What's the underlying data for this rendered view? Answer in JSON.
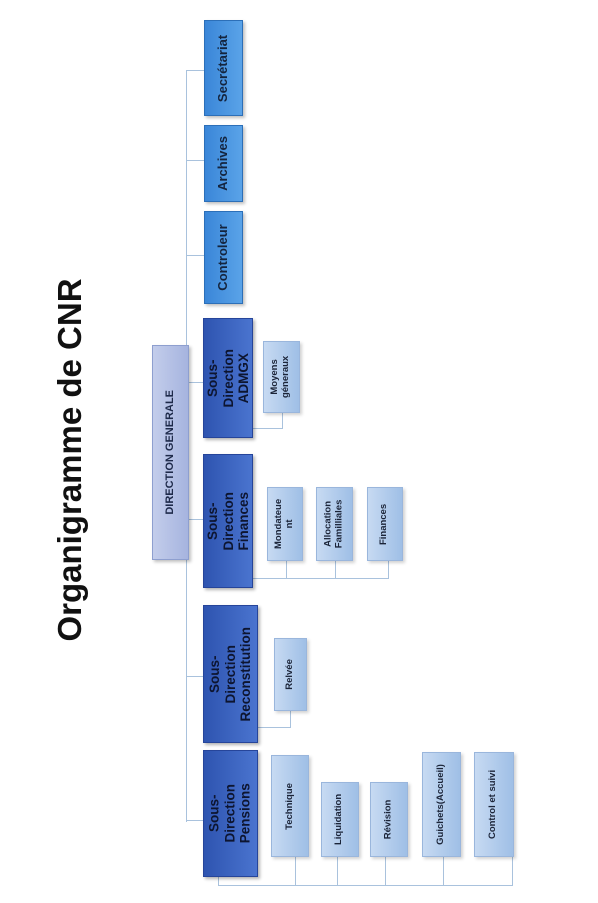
{
  "title": "Organigramme de CNR",
  "direction_generale": "DIRECTION GENERALE",
  "top_units": [
    "Controleur",
    "Archives",
    "Secrétariat"
  ],
  "sous_directions": {
    "pensions": {
      "label": "Sous-Direction\nPensions",
      "children": [
        "Technique",
        "Liquidation",
        "Révision",
        "Guichets(Accueil)",
        "Control et suivi"
      ]
    },
    "reconstitution": {
      "label": "Sous-Direction\nReconstitution",
      "children": [
        "Relvée"
      ]
    },
    "finances": {
      "label": "Sous-Direction\nFinances",
      "children": [
        "Mondateue\nnt",
        "Allocation\nFamilliales",
        "Finances"
      ]
    },
    "admgx": {
      "label": "Sous-Direction\nADMGX",
      "children": [
        "Moyens\ngéneraux"
      ]
    }
  }
}
